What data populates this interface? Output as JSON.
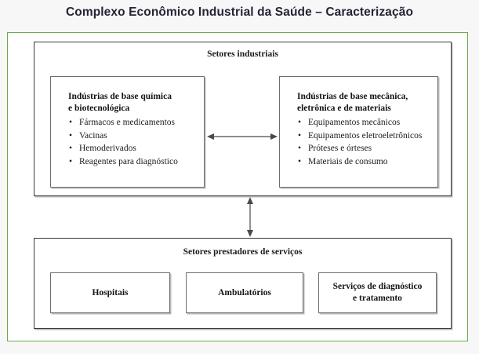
{
  "page": {
    "title": "Complexo Econômico Industrial da Saúde – Caracterização",
    "accent_color": "#6aab48",
    "background_color": "#f7f7f7",
    "canvas_color": "#ffffff",
    "title_color": "#262335"
  },
  "diagram": {
    "type": "block-diagram",
    "industrial": {
      "header": "Setores industriais",
      "blocks": [
        {
          "heading_line1": "Indústrias de base química",
          "heading_line2": "e biotecnológica",
          "items": [
            "Fármacos e medicamentos",
            "Vacinas",
            "Hemoderivados",
            "Reagentes para diagnóstico"
          ]
        },
        {
          "heading_line1": "Indústrias de base mecânica,",
          "heading_line2": "eletrônica e de materiais",
          "items": [
            "Equipamentos mecânicos",
            "Equipamentos eletroeletrônicos",
            "Próteses e órteses",
            "Materiais de consumo"
          ]
        }
      ]
    },
    "services": {
      "header": "Setores prestadores de serviços",
      "blocks": [
        {
          "label": "Hospitais"
        },
        {
          "label": "Ambulatórios"
        },
        {
          "label_line1": "Serviços de diagnóstico",
          "label_line2": "e tratamento"
        }
      ]
    },
    "connectors": [
      {
        "name": "horizontal-double-arrow",
        "orientation": "horizontal",
        "heads": "both"
      },
      {
        "name": "vertical-double-arrow",
        "orientation": "vertical",
        "heads": "both"
      }
    ]
  }
}
